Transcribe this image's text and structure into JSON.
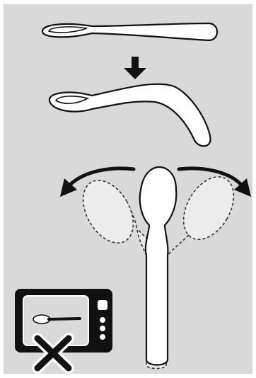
{
  "colors": {
    "panel_background": "#d9d9d9",
    "spoon_fill": "#ffffff",
    "outline": "#111111",
    "dashed_outline": "#333333"
  },
  "steps": [
    {
      "name": "flat-spoon",
      "icon": "spoon-flat-icon"
    },
    {
      "name": "down-arrow",
      "icon": "arrow-down-icon"
    },
    {
      "name": "bent-spoon",
      "icon": "spoon-bent-icon"
    },
    {
      "name": "bend-sideways",
      "icons": [
        "curved-arrow-left-icon",
        "curved-arrow-right-icon",
        "spoon-upright-icon"
      ]
    },
    {
      "name": "no-microwave",
      "icons": [
        "microwave-icon",
        "prohibited-x-icon"
      ]
    }
  ]
}
